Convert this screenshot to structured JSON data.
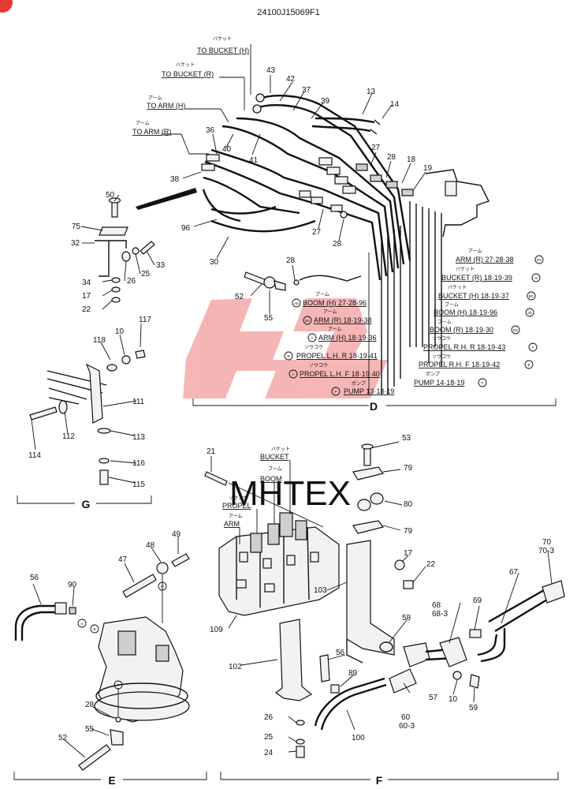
{
  "header": {
    "part_number": "24100J15069F1"
  },
  "colors": {
    "line": "#111111",
    "watermark": "#e84848",
    "corner_badge": "#e53935"
  },
  "watermark": {
    "text": "MHTEX"
  },
  "sections": {
    "d": "D",
    "g": "G",
    "e": "E",
    "f": "F"
  },
  "section_d": {
    "destinations": [
      {
        "jp": "バケット",
        "en": "TO BUCKET (H)"
      },
      {
        "jp": "バケット",
        "en": "TO BUCKET (R)"
      },
      {
        "jp": "アーム",
        "en": "TO ARM (H)"
      },
      {
        "jp": "アーム",
        "en": "TO ARM (R)"
      }
    ],
    "numbers": [
      "43",
      "42",
      "37",
      "39",
      "13",
      "14",
      "36",
      "40",
      "41",
      "38",
      "27",
      "28",
      "18",
      "19",
      "50",
      "75",
      "32",
      "33",
      "25",
      "26",
      "34",
      "17",
      "22",
      "96",
      "30",
      "27",
      "28",
      "28",
      "52",
      "55"
    ],
    "routing_right": [
      {
        "jp": "アーム",
        "en": "ARM (R) 27·28·38",
        "tag": "PA"
      },
      {
        "jp": "バケット",
        "en": "BUCKET (R) 18·19·39",
        "tag": "Al"
      },
      {
        "jp": "バケット",
        "en": "BUCKET (H) 18·19·37",
        "tag": "BC"
      },
      {
        "jp": "ブーム",
        "en": "BOOM (H) 18·19·96",
        "tag": "Ab"
      },
      {
        "jp": "ブーム",
        "en": "BOOM (R) 18·19·30",
        "tag": "Ba"
      },
      {
        "jp": "ソウコウ",
        "en": "PROPEL R.H. R 18·19·43",
        "tag": "A"
      },
      {
        "jp": "ソウコウ",
        "en": "PROPEL R.H. F 18·19·42",
        "tag": "B"
      },
      {
        "jp": "ポンプ",
        "en": "PUMP 14·18·19",
        "tag": "P"
      }
    ],
    "routing_left": [
      {
        "jp": "ブーム",
        "en": "BOOM (H) 27·28·96",
        "tag": "Ab"
      },
      {
        "jp": "アーム",
        "en": "ARM (R) 18·19·38",
        "tag": "Ba"
      },
      {
        "jp": "アーム",
        "en": "ARM (H) 18·19·36",
        "tag": "A"
      },
      {
        "jp": "ソウコウ",
        "en": "PROPEL L.H. R 18·19·41",
        "tag": "B"
      },
      {
        "jp": "ソウコウ",
        "en": "PROPEL L.H. F 18·19·40",
        "tag": "A"
      },
      {
        "jp": "ポンプ",
        "en": "PUMP 13·18·19",
        "tag": "P"
      }
    ]
  },
  "section_g": {
    "numbers": [
      "118",
      "10",
      "117",
      "111",
      "114",
      "112",
      "113",
      "116",
      "115"
    ]
  },
  "section_e": {
    "numbers": [
      "56",
      "90",
      "47",
      "48",
      "49",
      "28",
      "55",
      "52"
    ],
    "circles": [
      "Pi",
      "A",
      "B",
      "P"
    ]
  },
  "section_f": {
    "valve_labels": [
      {
        "jp": "バケット",
        "en": "BUCKET"
      },
      {
        "jp": "ブーム",
        "en": "BOOM"
      },
      {
        "jp": "ソウコウ",
        "en": "PROPEL"
      },
      {
        "jp": "アーム",
        "en": "ARM"
      }
    ],
    "numbers": [
      "21",
      "53",
      "79",
      "80",
      "79",
      "17",
      "22",
      "103",
      "109",
      "58",
      "102",
      "56",
      "89",
      "26",
      "25",
      "24",
      "100",
      "57",
      "60",
      "60-3",
      "10",
      "59",
      "68",
      "68-3",
      "69",
      "67",
      "70",
      "70-3"
    ]
  }
}
